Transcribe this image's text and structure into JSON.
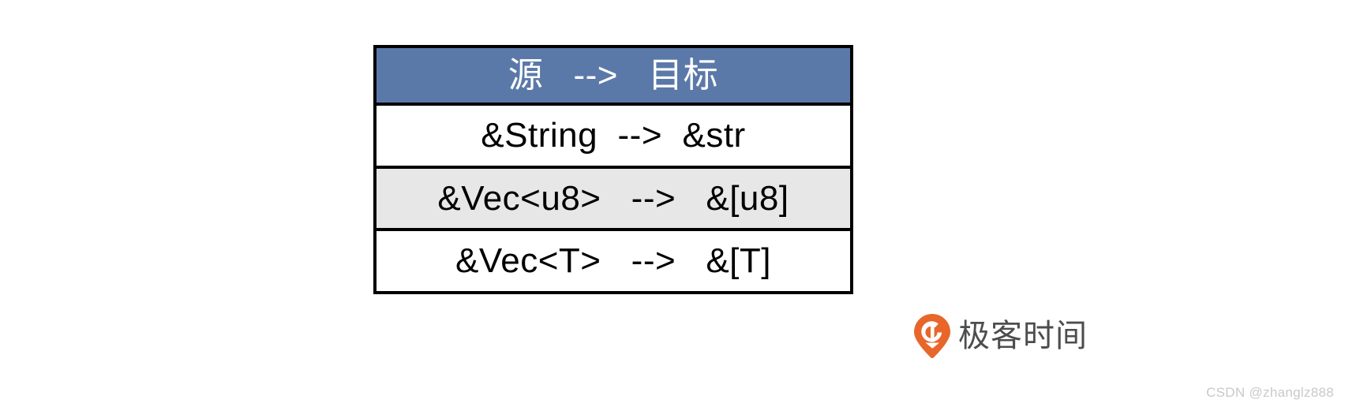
{
  "table": {
    "name": "rust-deref-coercion-table",
    "header": {
      "text": "源   -->   目标",
      "source_label": "源",
      "arrow": "-->",
      "target_label": "目标",
      "background_color": "#5B79A8",
      "text_color": "#FFFFFF"
    },
    "rows": [
      {
        "text": "&String  -->  &str",
        "source": "&String",
        "arrow": "-->",
        "target": "&str",
        "background_color": "#FFFFFF"
      },
      {
        "text": "&Vec<u8>   -->   &[u8]",
        "source": "&Vec<u8>",
        "arrow": "-->",
        "target": "&[u8]",
        "background_color": "#E7E7E7"
      },
      {
        "text": "&Vec<T>   -->   &[T]",
        "source": "&Vec<T>",
        "arrow": "-->",
        "target": "&[T]",
        "background_color": "#FFFFFF"
      }
    ],
    "border_color": "#000000"
  },
  "logo": {
    "wordmark": "极客时间",
    "icon_name": "geektime-pin-icon",
    "icon_color": "#E8662A",
    "text_color": "#4D4D4D"
  },
  "watermark": {
    "text": "CSDN @zhanglz888",
    "color": "#C9C9C9"
  }
}
